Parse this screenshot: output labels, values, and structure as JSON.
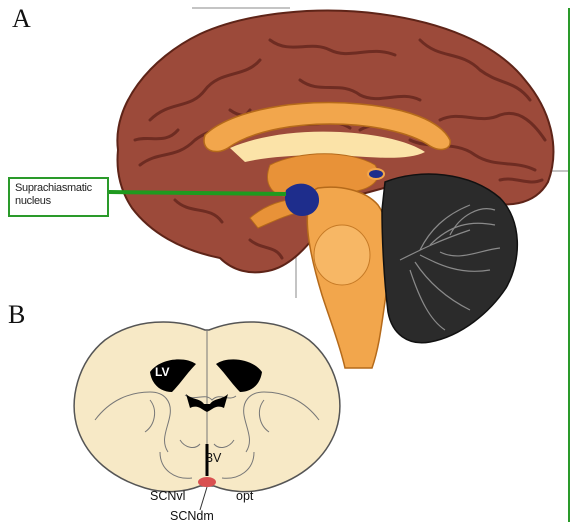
{
  "panel_a": {
    "letter": "A",
    "callout": "Suprachiasmatic nucleus",
    "colors": {
      "cortex": "#9c4a3a",
      "cortex_dark": "#6e2c22",
      "brainstem": "#f2a64c",
      "scn": "#1e2d8c",
      "cerebellum": "#2b2b2b",
      "callout_line": "#1f9a1f"
    }
  },
  "panel_b": {
    "letter": "B",
    "labels": {
      "lv": "LV",
      "third_ventricle": "3V",
      "scn_vl": "SCNvl",
      "scn_dm": "SCNdm",
      "optic": "opt"
    },
    "colors": {
      "tissue": "#f7e9c6",
      "outline": "#555555",
      "ventricle": "#000000",
      "scn_dot": "#d95050"
    }
  }
}
